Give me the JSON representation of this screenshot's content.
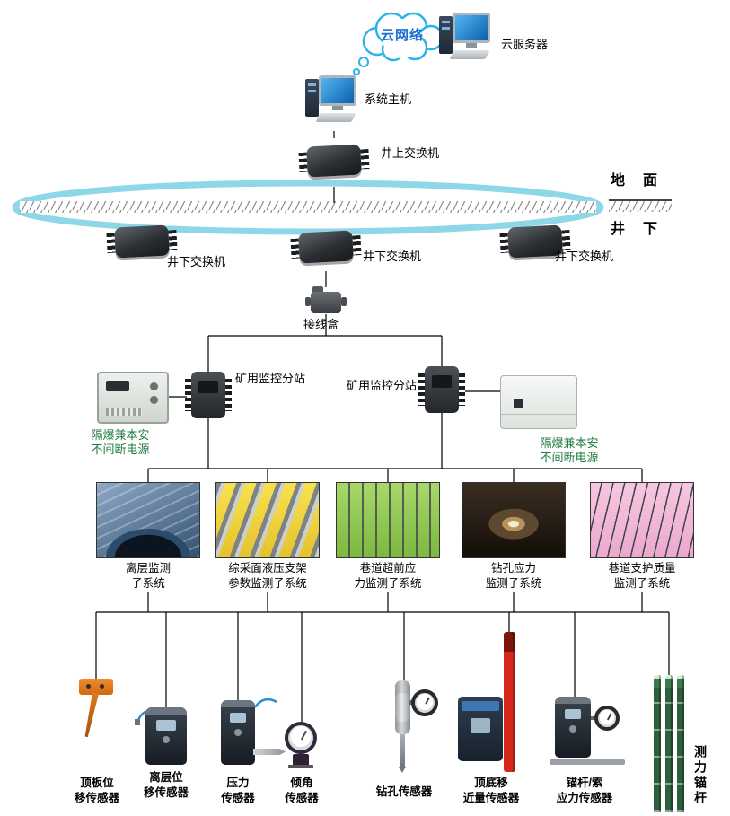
{
  "palette": {
    "cloud_stroke": "#2bb4e8",
    "cloud_text": "#1a6fd4",
    "ring": "#8ed7e8",
    "line": "#000000",
    "ups_text": "#1d7a3f",
    "card_colors": [
      "#33516f",
      "#f0d040",
      "#8cc63f",
      "#241a10",
      "#f2b8d8"
    ]
  },
  "top": {
    "cloud": "云网络",
    "cloud_server": "云服务器",
    "host": "系统主机",
    "surface_switch": "井上交换机",
    "ground": "地　面",
    "underground": "井　下"
  },
  "network": {
    "down_switches": [
      {
        "label": "井下交换机"
      },
      {
        "label": "井下交换机"
      },
      {
        "label": "井下交换机"
      }
    ],
    "junction_box": "接线盒",
    "substations": [
      {
        "label": "矿用监控分站"
      },
      {
        "label": "矿用监控分站"
      }
    ],
    "ups": {
      "line1": "隔爆兼本安",
      "line2": "不间断电源"
    }
  },
  "subsystems": [
    {
      "line1": "离层监测",
      "line2": "子系统"
    },
    {
      "line1": "综采面液压支架",
      "line2": "参数监测子系统"
    },
    {
      "line1": "巷道超前应",
      "line2": "力监测子系统"
    },
    {
      "line1": "钻孔应力",
      "line2": "监测子系统"
    },
    {
      "line1": "巷道支护质量",
      "line2": "监测子系统"
    }
  ],
  "sensors": [
    {
      "line1": "顶板位",
      "line2": "移传感器"
    },
    {
      "line1": "离层位",
      "line2": "移传感器"
    },
    {
      "line1": "压力",
      "line2": "传感器"
    },
    {
      "line1": "倾角",
      "line2": "传感器"
    },
    {
      "line1": "钻孔传感器",
      "line2": ""
    },
    {
      "line1": "顶底移",
      "line2": "近量传感器"
    },
    {
      "line1": "锚杆/索",
      "line2": "应力传感器"
    }
  ],
  "force_bolt": "测力锚杆"
}
